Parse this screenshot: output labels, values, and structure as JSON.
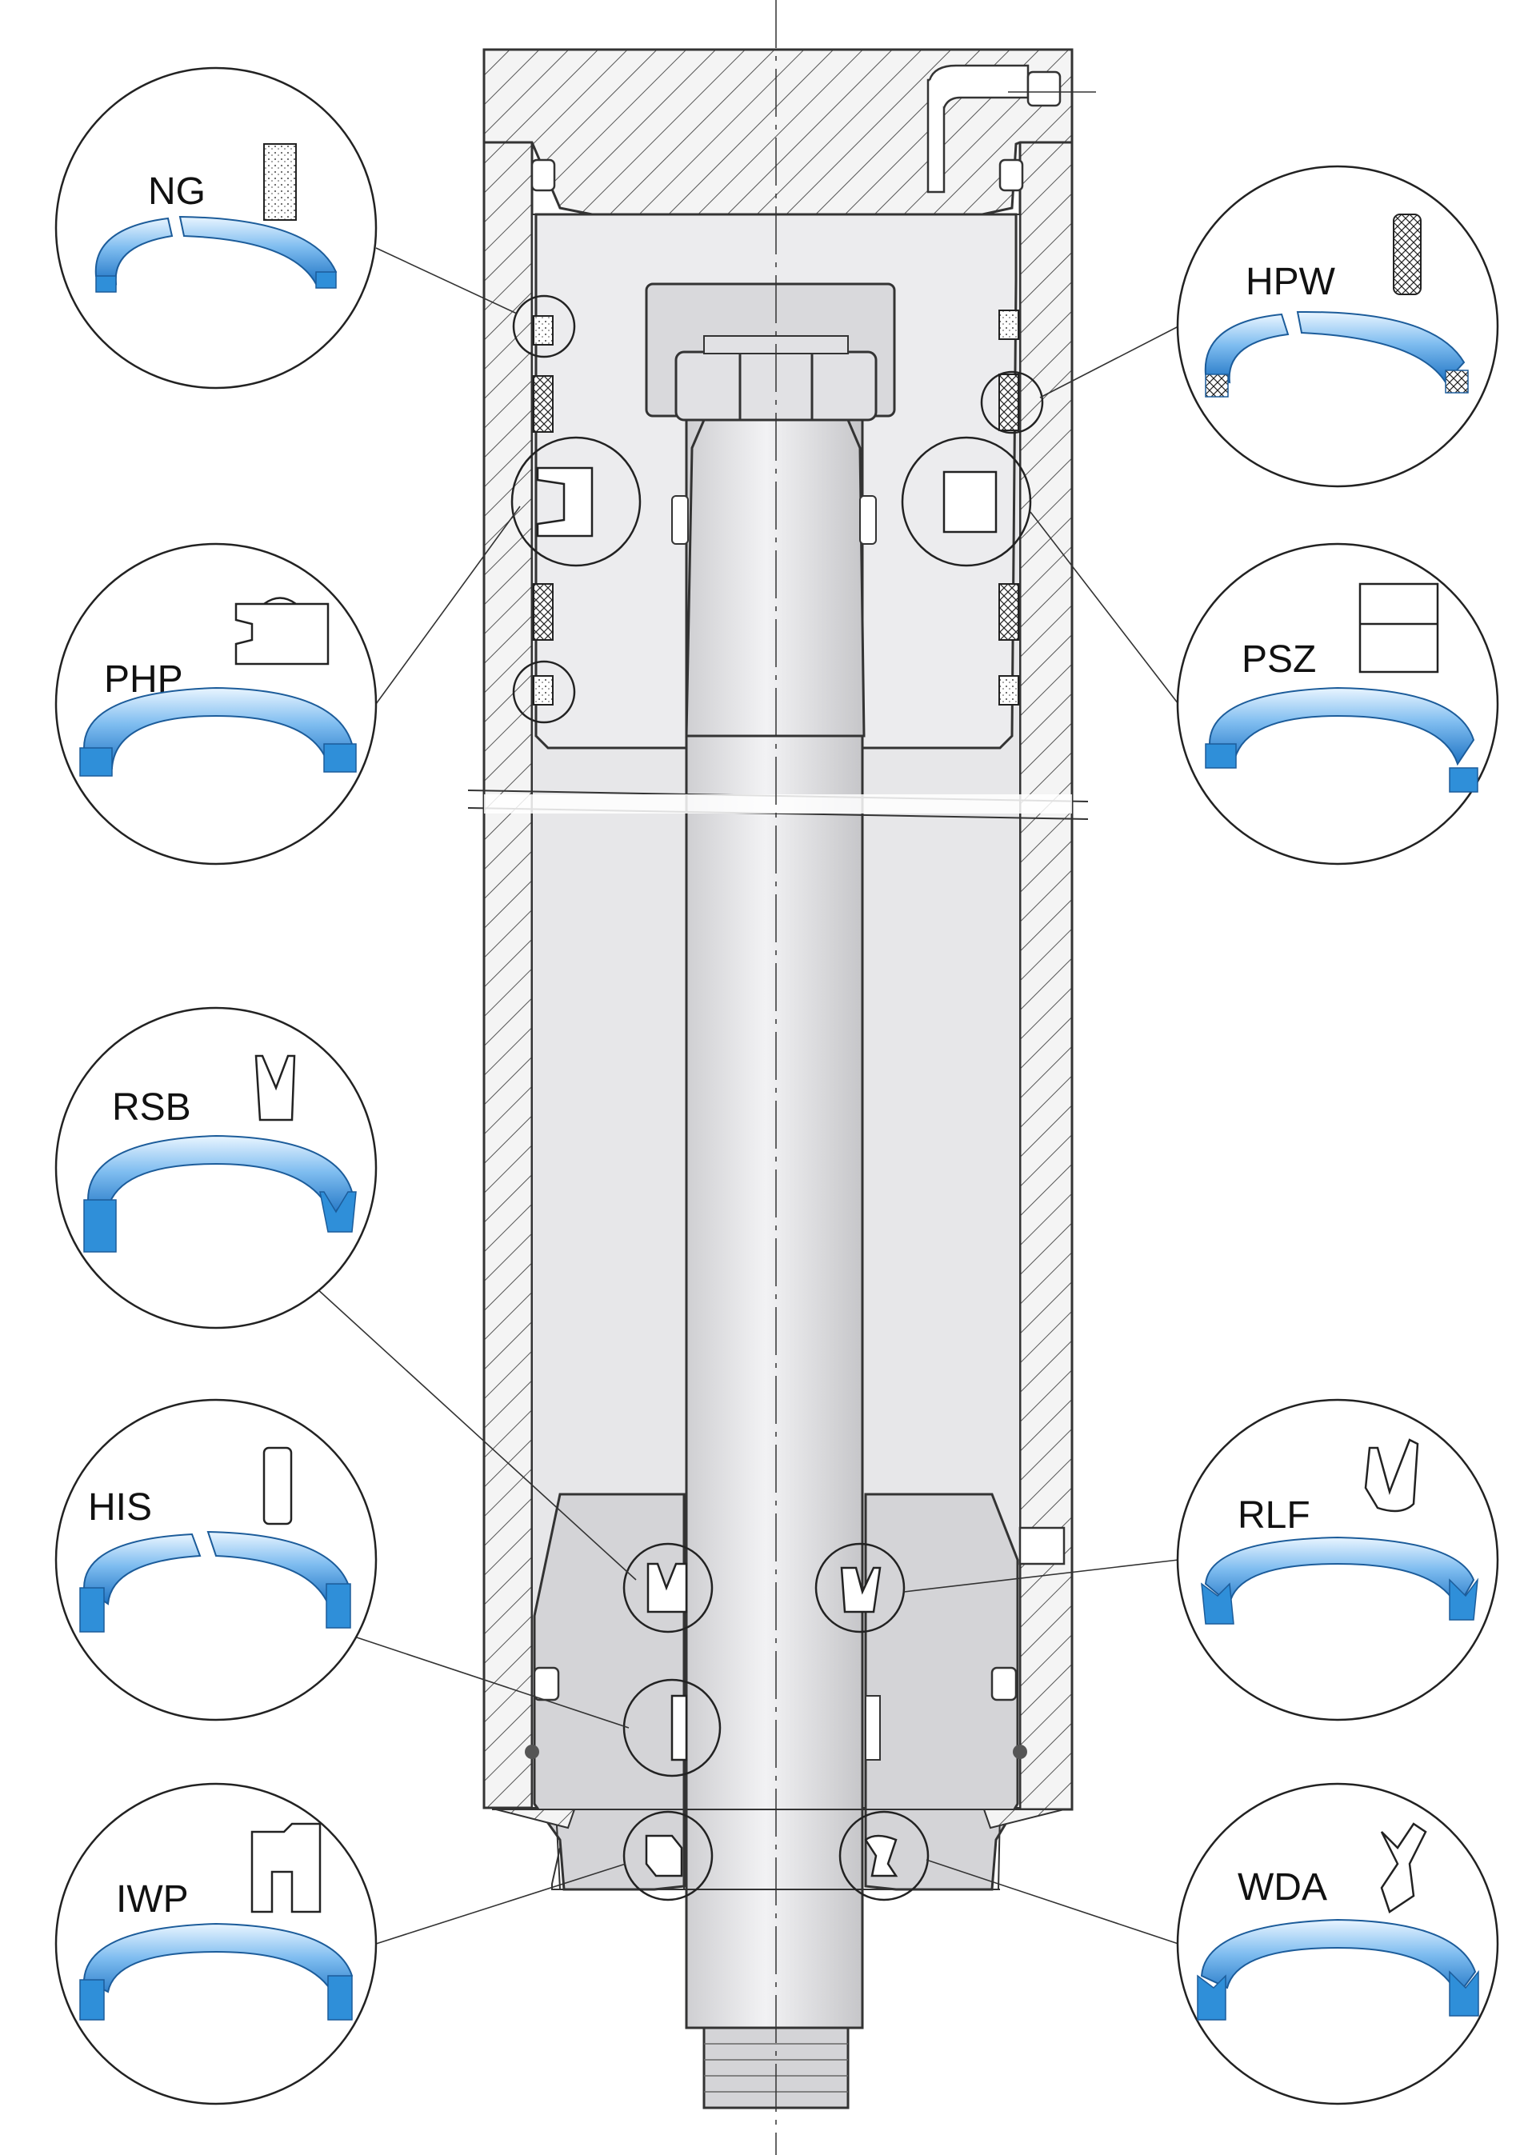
{
  "diagram": {
    "seals": [
      {
        "code": "NG",
        "side": "left",
        "ring_type": "split-flat"
      },
      {
        "code": "HPW",
        "side": "right",
        "ring_type": "split-flat"
      },
      {
        "code": "PHP",
        "side": "left",
        "ring_type": "piston-seal"
      },
      {
        "code": "PSZ",
        "side": "right",
        "ring_type": "piston-seal"
      },
      {
        "code": "RSB",
        "side": "left",
        "ring_type": "u-cup"
      },
      {
        "code": "HIS",
        "side": "left",
        "ring_type": "split-flat"
      },
      {
        "code": "RLF",
        "side": "right",
        "ring_type": "rod-seal"
      },
      {
        "code": "IWP",
        "side": "left",
        "ring_type": "wiper"
      },
      {
        "code": "WDA",
        "side": "right",
        "ring_type": "wiper"
      }
    ]
  },
  "colors": {
    "ring_blue": "#2f8fd9",
    "ring_light": "#e8f4ff",
    "hatch": "#555555",
    "body_fill": "#e7e7e9",
    "rod_fill": "#dcdcde",
    "line": "#333333"
  }
}
